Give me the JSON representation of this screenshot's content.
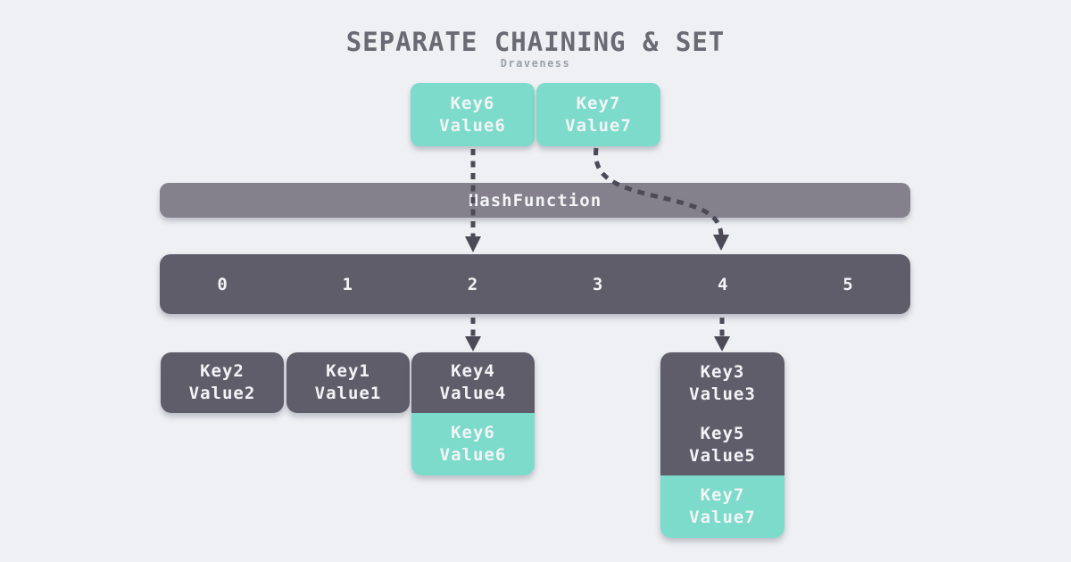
{
  "title": "SEPARATE CHAINING & SET",
  "subtitle": "Draveness",
  "colors": {
    "bg": "#eef0f3",
    "teal": "#7cdbca",
    "dark": "#605d6b",
    "hash-bar": "#84818c",
    "arrow": "#4c4a56",
    "box-text": "#f3f4f6",
    "title-color": "#6a6974",
    "subtitle-color": "#9aa1ab"
  },
  "incoming_keys": [
    {
      "key": "Key6",
      "value": "Value6"
    },
    {
      "key": "Key7",
      "value": "Value7"
    }
  ],
  "hash_function": {
    "label": "HashFunction"
  },
  "buckets": [
    "0",
    "1",
    "2",
    "3",
    "4",
    "5"
  ],
  "chains": [
    {
      "bucket": "0",
      "entries": [
        {
          "key": "Key2",
          "value": "Value2",
          "highlighted": false
        }
      ]
    },
    {
      "bucket": "1",
      "entries": [
        {
          "key": "Key1",
          "value": "Value1",
          "highlighted": false
        }
      ]
    },
    {
      "bucket": "2",
      "entries": [
        {
          "key": "Key4",
          "value": "Value4",
          "highlighted": false
        },
        {
          "key": "Key6",
          "value": "Value6",
          "highlighted": true
        }
      ]
    },
    {
      "bucket": "4",
      "entries": [
        {
          "key": "Key3",
          "value": "Value3",
          "highlighted": false
        },
        {
          "key": "Key5",
          "value": "Value5",
          "highlighted": false
        },
        {
          "key": "Key7",
          "value": "Value7",
          "highlighted": true
        }
      ]
    }
  ]
}
